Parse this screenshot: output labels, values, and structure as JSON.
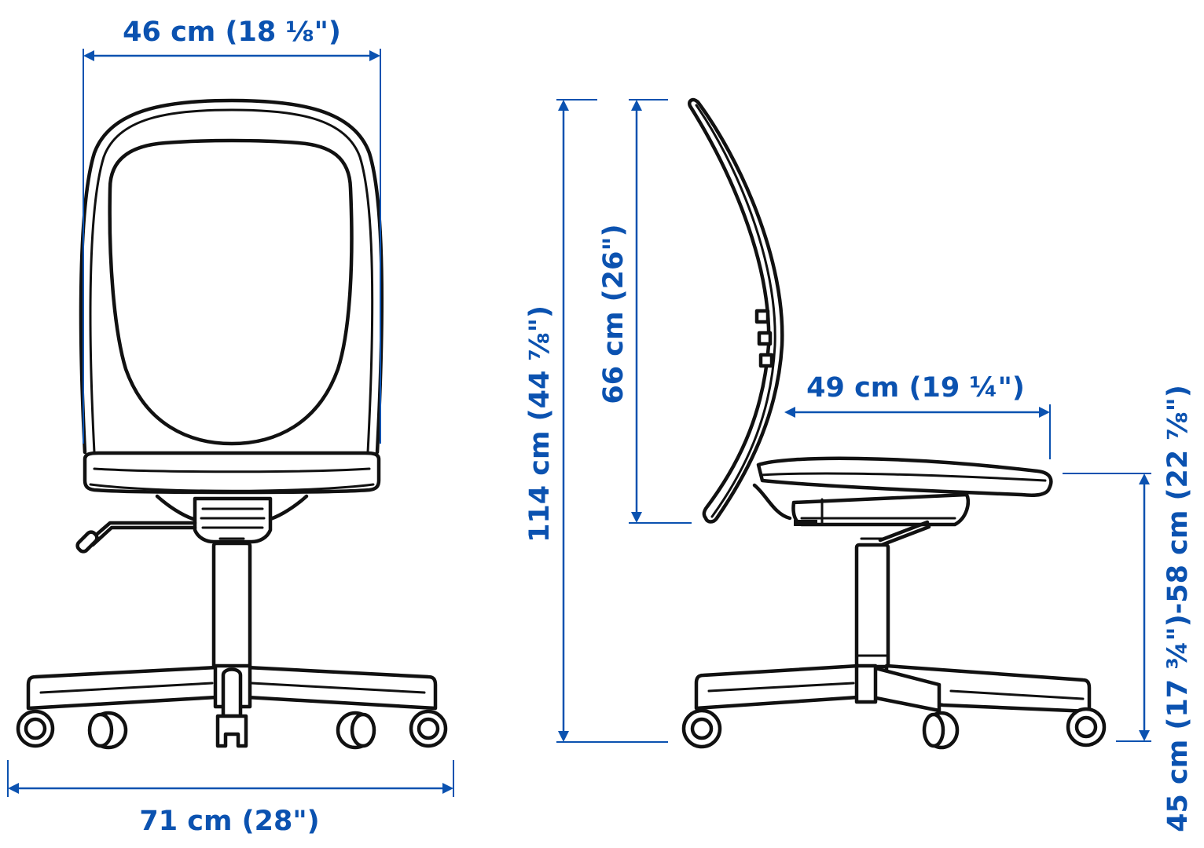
{
  "diagram": {
    "subject": "Office swivel chair dimension drawing",
    "colors": {
      "dimension_blue": "#0b52b0",
      "line_art": "#111111",
      "background": "#ffffff"
    },
    "front_view": {
      "width_top": "46 cm (18 ⅛\")",
      "base_width": "71 cm (28\")"
    },
    "side_view": {
      "total_height": "114 cm (44 ⅞\")",
      "backrest_height": "66 cm (26\")",
      "seat_depth": "49 cm (19 ¼\")",
      "seat_height_range": "45 cm (17 ¾\")-58 cm (22 ⅞\")"
    }
  }
}
